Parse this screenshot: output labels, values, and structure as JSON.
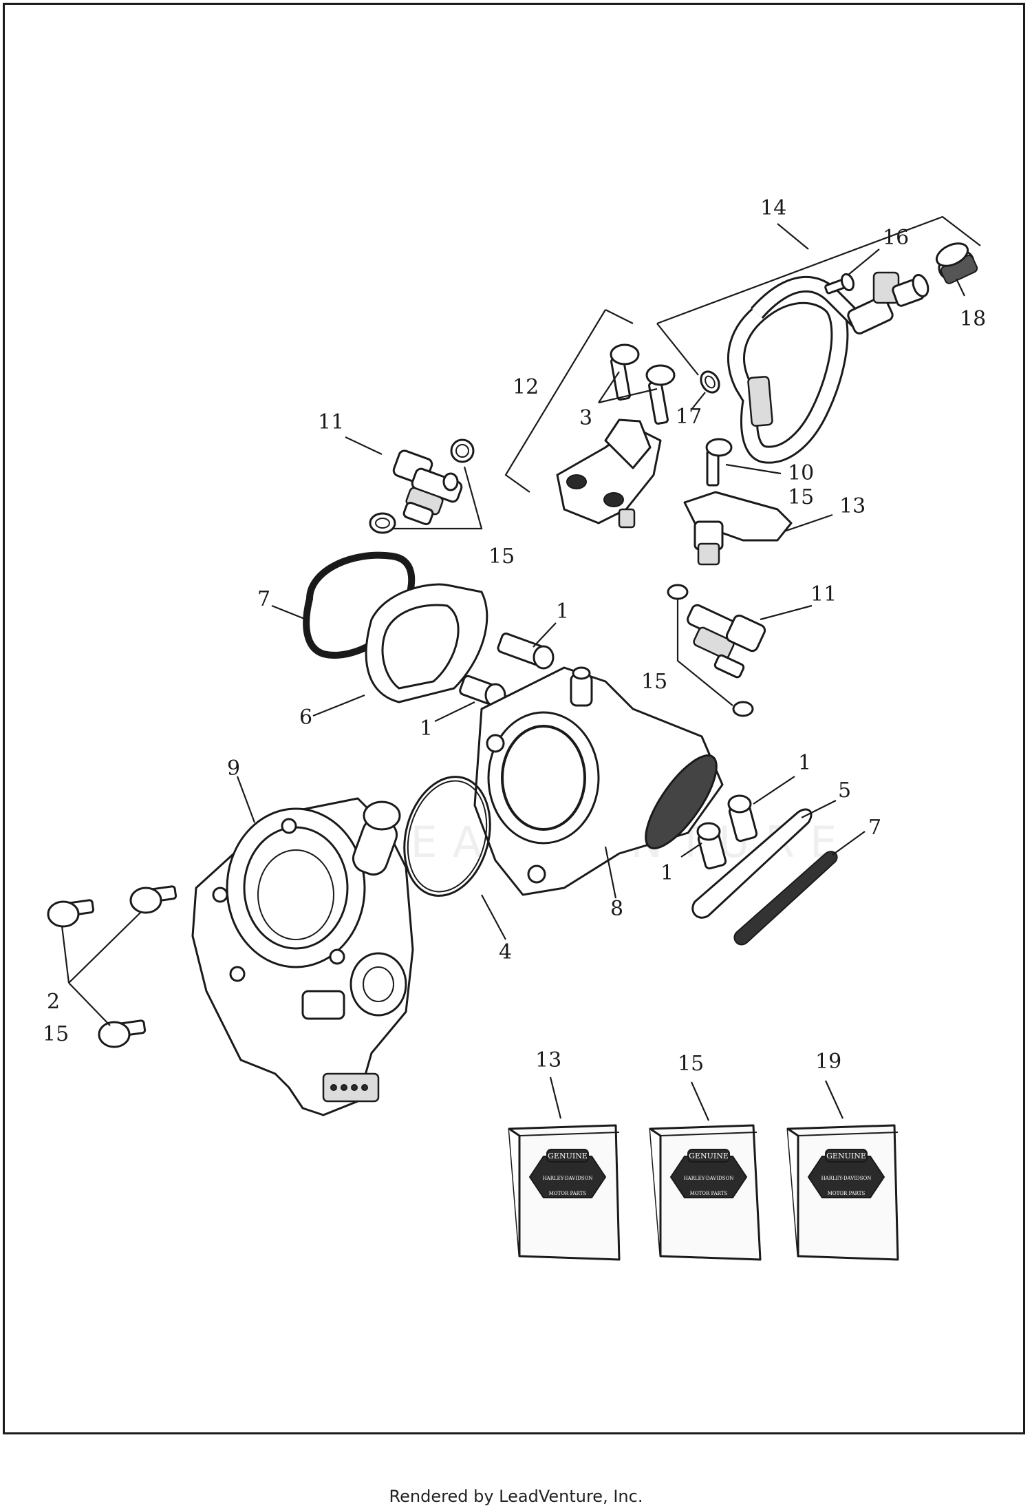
{
  "watermark": "LEADVENTURE",
  "footer": "Rendered by LeadVenture, Inc.",
  "callouts": {
    "c1": "1",
    "c2": "2",
    "c3": "3",
    "c4": "4",
    "c5": "5",
    "c6": "6",
    "c7": "7",
    "c8": "8",
    "c9": "9",
    "c10": "10",
    "c11": "11",
    "c12": "12",
    "c13": "13",
    "c14": "14",
    "c15": "15",
    "c16": "16",
    "c17": "17",
    "c18": "18",
    "c19": "19"
  },
  "kit_badge": {
    "top": "GENUINE",
    "middle": "HARLEY-DAVIDSON",
    "bottom": "MOTOR PARTS"
  },
  "icons": [
    "throttle-body-icon",
    "fuel-injector-icon",
    "fuel-rail-icon",
    "gasket-icon",
    "o-ring-icon",
    "screw-icon",
    "parts-kit-icon"
  ]
}
